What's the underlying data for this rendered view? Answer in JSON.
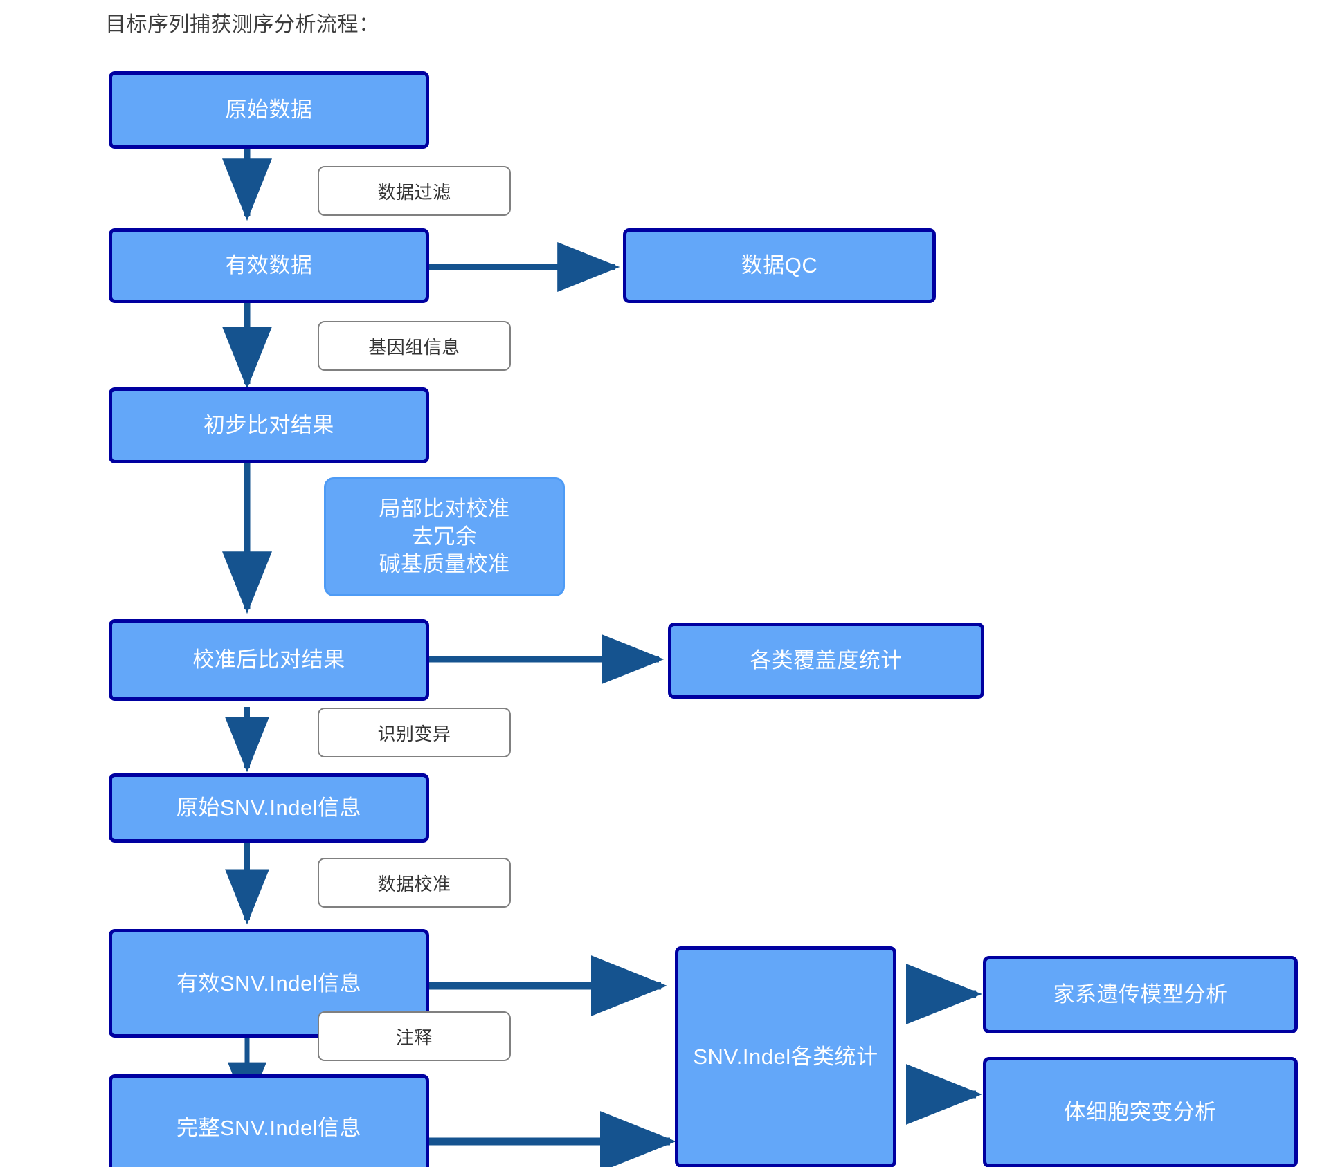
{
  "diagram": {
    "title": "目标序列捕获测序分析流程：",
    "colors": {
      "node_fill": "#63A7F9",
      "node_border": "#0000A0",
      "node_text": "#FFFFFF",
      "edge_label_fill": "#FFFFFF",
      "edge_label_border": "#808080",
      "edge_label_text": "#333333",
      "arrow": "#15538F",
      "background": "#FFFFFF"
    },
    "nodes": {
      "raw_data": "原始数据",
      "valid_data": "有效数据",
      "data_qc": "数据QC",
      "initial_alignment": "初步比对结果",
      "realign_note": "局部比对校准\n去冗余\n碱基质量校准",
      "calibrated_alignment": "校准后比对结果",
      "coverage_stats": "各类覆盖度统计",
      "raw_snv_indel": "原始SNV.Indel信息",
      "valid_snv_indel": "有效SNV.Indel信息",
      "full_snv_indel": "完整SNV.Indel信息",
      "snv_indel_stats": "SNV.Indel各类统计",
      "family_model": "家系遗传模型分析",
      "somatic_mutation": "体细胞突变分析"
    },
    "edge_labels": {
      "data_filter": "数据过滤",
      "genome_info": "基因组信息",
      "call_variants": "识别变异",
      "data_calibration": "数据校准",
      "annotation": "注释"
    },
    "flow": [
      {
        "from": "原始数据",
        "to": "有效数据",
        "label": "数据过滤",
        "direction": "down"
      },
      {
        "from": "有效数据",
        "to": "数据QC",
        "label": "",
        "direction": "right"
      },
      {
        "from": "有效数据",
        "to": "初步比对结果",
        "label": "基因组信息",
        "direction": "down"
      },
      {
        "from": "初步比对结果",
        "to": "校准后比对结果",
        "label": "局部比对校准 去冗余 碱基质量校准",
        "direction": "down"
      },
      {
        "from": "校准后比对结果",
        "to": "各类覆盖度统计",
        "label": "",
        "direction": "right"
      },
      {
        "from": "校准后比对结果",
        "to": "原始SNV.Indel信息",
        "label": "识别变异",
        "direction": "down"
      },
      {
        "from": "原始SNV.Indel信息",
        "to": "有效SNV.Indel信息",
        "label": "数据校准",
        "direction": "down"
      },
      {
        "from": "有效SNV.Indel信息",
        "to": "SNV.Indel各类统计",
        "label": "",
        "direction": "right"
      },
      {
        "from": "有效SNV.Indel信息",
        "to": "完整SNV.Indel信息",
        "label": "注释",
        "direction": "down"
      },
      {
        "from": "完整SNV.Indel信息",
        "to": "SNV.Indel各类统计",
        "label": "",
        "direction": "right"
      },
      {
        "from": "SNV.Indel各类统计",
        "to": "家系遗传模型分析",
        "label": "",
        "direction": "right"
      },
      {
        "from": "SNV.Indel各类统计",
        "to": "体细胞突变分析",
        "label": "",
        "direction": "right"
      }
    ]
  }
}
